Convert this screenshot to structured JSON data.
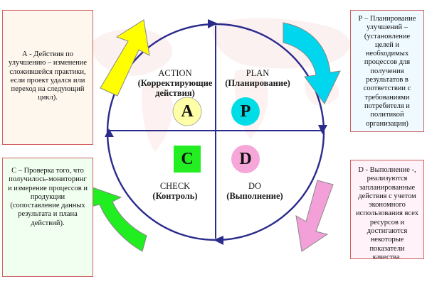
{
  "colors": {
    "circle": "#2b2b8c",
    "arrow_a": "#ffff00",
    "arrow_p": "#00d7ee",
    "arrow_c": "#20ee20",
    "arrow_d": "#f3a0d8",
    "disc_a": "#ffffa8",
    "disc_p": "#00dde6",
    "disc_c": "#22ee22",
    "disc_d": "#f6a6d8",
    "map_tint": "#fbe6e6"
  },
  "icons": [
    "clockwise-arrow-icon",
    "cycle-direction-arrowhead-icon"
  ],
  "quadrants": {
    "action": {
      "name": "ACTION",
      "subtitle": "(Корректирующие действия)",
      "letter": "A"
    },
    "plan": {
      "name": "PLAN",
      "subtitle": "(Планирование)",
      "letter": "P"
    },
    "check": {
      "name": "CHECK",
      "subtitle": "(Контроль)",
      "letter": "C"
    },
    "do": {
      "name": "DO",
      "subtitle": "(Выполнение)",
      "letter": "D"
    }
  },
  "notes": {
    "a": "А - Действия по улучшению – изменение сложившейся практики, если проект удался или переход на следующий цикл).",
    "p": "Р – Планирование улучшений – (установление целей и необходимых процессов для получения результатов в соответствии с требованиями потребителя и политикой организации)",
    "c": "С – Проверка того, что получилось-мониторинг и измерение процессов и продукции (сопоставление данных результата и плана действий).",
    "d": "D - Выполнение -, реализуются запланированные действия с учетом экономного использования всех ресурсов и достигаются некоторые показатели качества."
  }
}
